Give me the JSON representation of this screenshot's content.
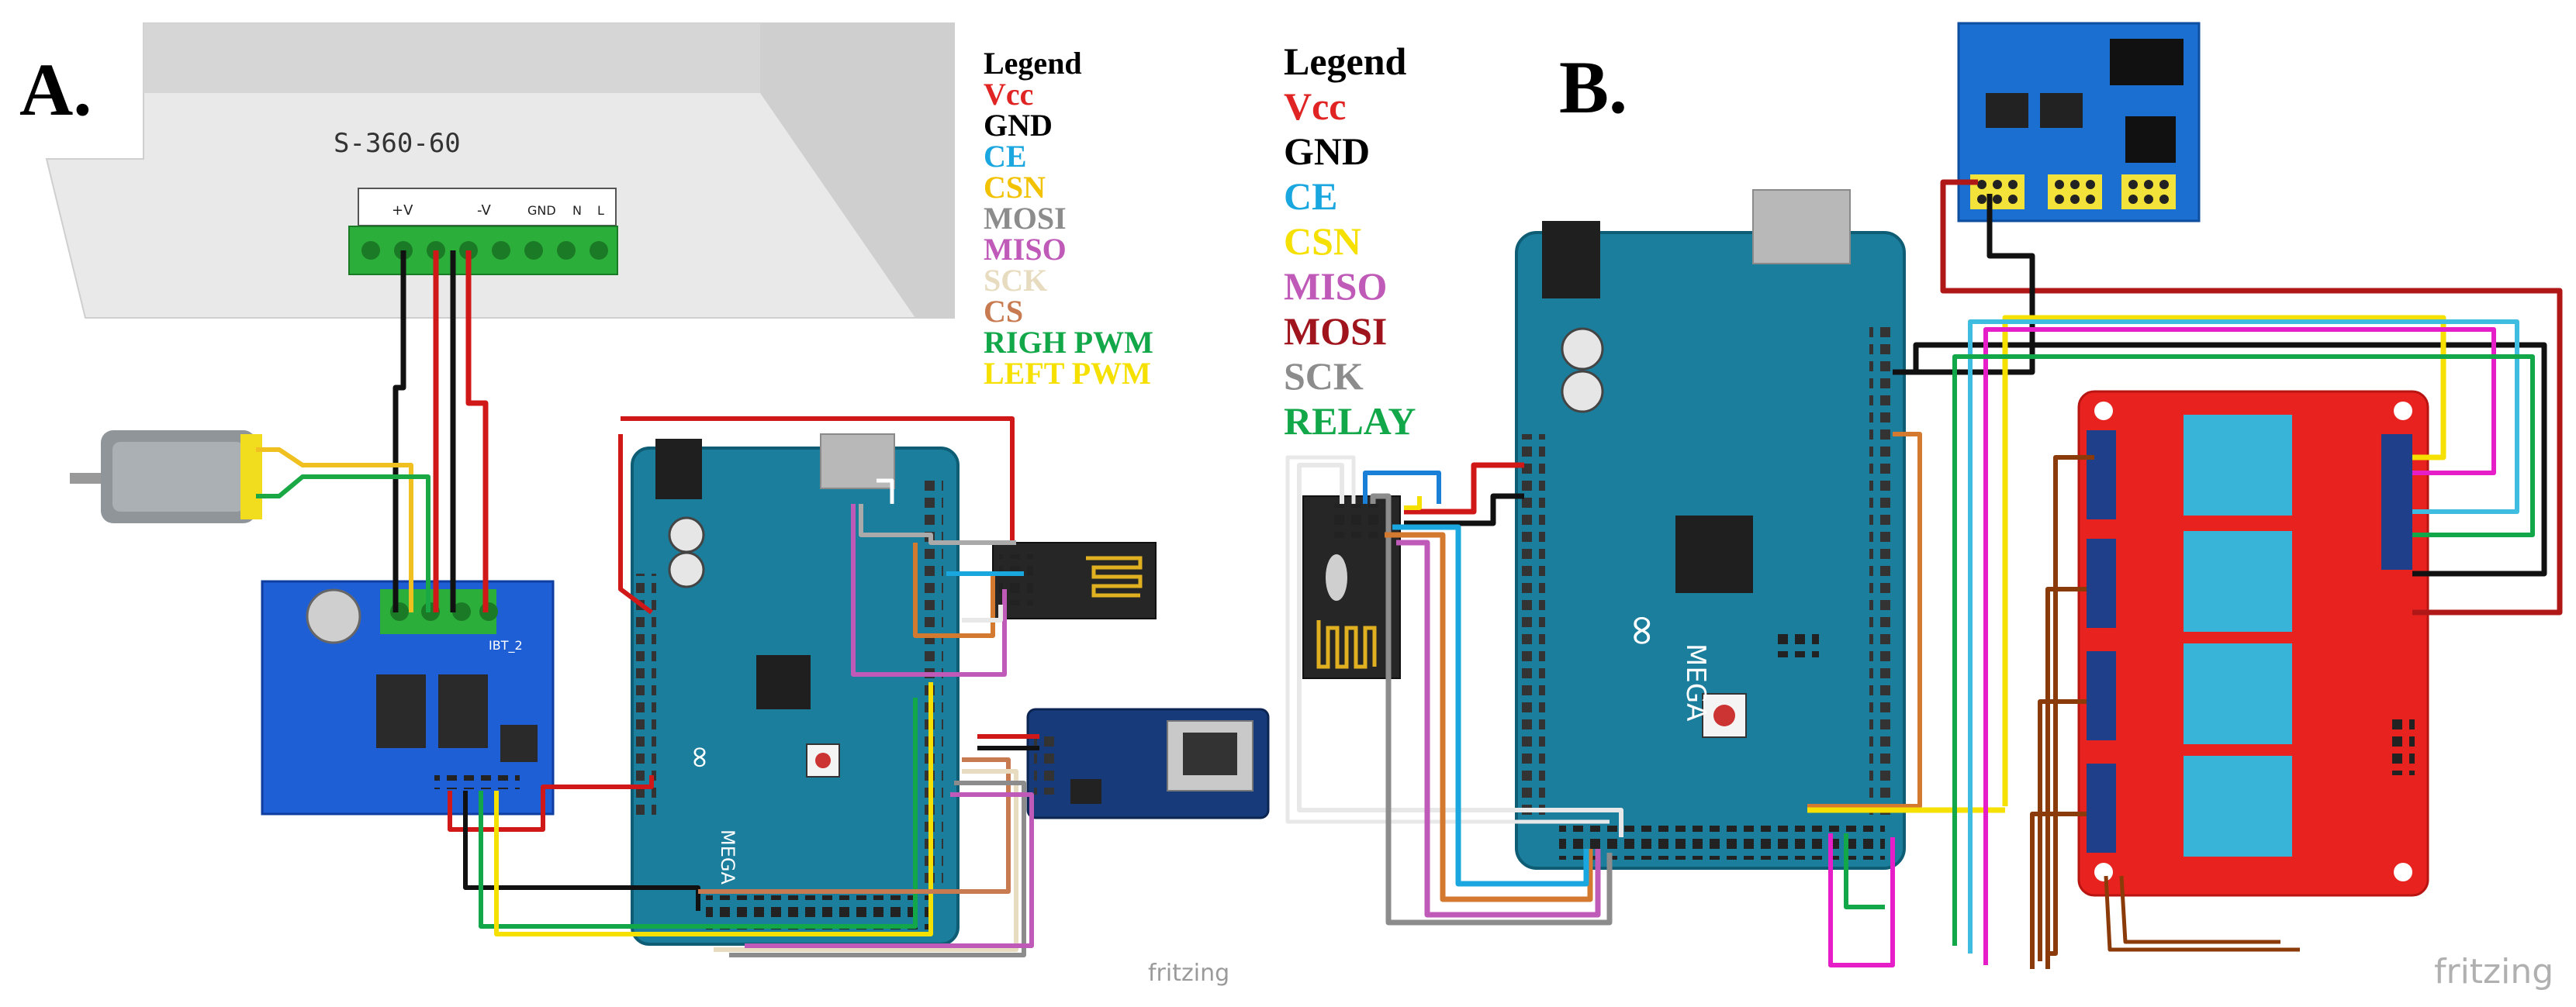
{
  "panels": {
    "a": {
      "label": "A.",
      "psu_label": "S-360-60",
      "terminals": [
        "+V",
        "-V",
        "GND",
        "N",
        "L"
      ],
      "driver_label": "IBT_2",
      "board_label": "MEGA",
      "legend": [
        {
          "text": "Legend",
          "color": "#000000"
        },
        {
          "text": "Vcc",
          "color": "#e02424"
        },
        {
          "text": "GND",
          "color": "#000000"
        },
        {
          "text": "CE",
          "color": "#1aa7e0"
        },
        {
          "text": "CSN",
          "color": "#f2c200"
        },
        {
          "text": "MOSI",
          "color": "#8c8c8c"
        },
        {
          "text": "MISO",
          "color": "#c05ab8"
        },
        {
          "text": "SCK",
          "color": "#e8dcc0"
        },
        {
          "text": "CS",
          "color": "#c87a50"
        },
        {
          "text": "RIGH PWM",
          "color": "#12a84a"
        },
        {
          "text": "LEFT PWM",
          "color": "#f5e000"
        }
      ],
      "watermark": "fritzing"
    },
    "b": {
      "label": "B.",
      "board_label": "MEGA",
      "legend": [
        {
          "text": "Legend",
          "color": "#000000"
        },
        {
          "text": "Vcc",
          "color": "#e02424"
        },
        {
          "text": "GND",
          "color": "#000000"
        },
        {
          "text": "CE",
          "color": "#1aa7e0"
        },
        {
          "text": "CSN",
          "color": "#f5e000"
        },
        {
          "text": "MISO",
          "color": "#c05ab8"
        },
        {
          "text": "MOSI",
          "color": "#a0151d"
        },
        {
          "text": "SCK",
          "color": "#8c8c8c"
        },
        {
          "text": "RELAY",
          "color": "#12a84a"
        }
      ],
      "watermark": "fritzing"
    }
  }
}
